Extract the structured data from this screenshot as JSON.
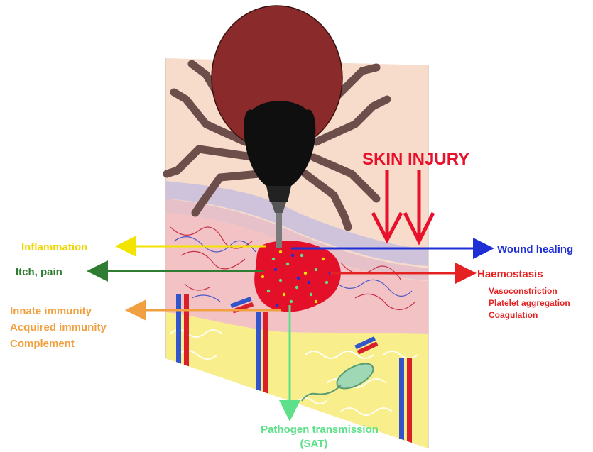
{
  "colors": {
    "skin_injury": "#e8102a",
    "inflammation": "#f2e300",
    "wound_healing": "#1f2fd6",
    "itch_pain": "#2e7d32",
    "haemostasis": "#e52222",
    "immunity": "#f0a040",
    "pathogen": "#5ee08a",
    "tick_body": "#8b2a2a",
    "tick_head": "#0f0f0f",
    "tick_legs": "#6e4e4b",
    "skin_top": "#f7dccb",
    "dermis": "#f3c2c4",
    "fat": "#f8ef8c",
    "blood_pool": "#e4102a"
  },
  "labels": {
    "skin_injury": "SKIN INJURY",
    "inflammation": "Inflammation",
    "wound_healing": "Wound healing",
    "itch_pain": "Itch, pain",
    "haemostasis": "Haemostasis",
    "haemostasis_sub": [
      "Vasoconstriction",
      "Platelet aggregation",
      "Coagulation"
    ],
    "immunity": [
      "Innate immunity",
      "Acquired immunity",
      "Complement"
    ],
    "pathogen": [
      "Pathogen transmission",
      "(SAT)"
    ]
  },
  "icons": [
    "tick-icon",
    "blood-pool-icon",
    "skin-section-icon",
    "spirochete-icon",
    "blood-vessel-icon"
  ]
}
